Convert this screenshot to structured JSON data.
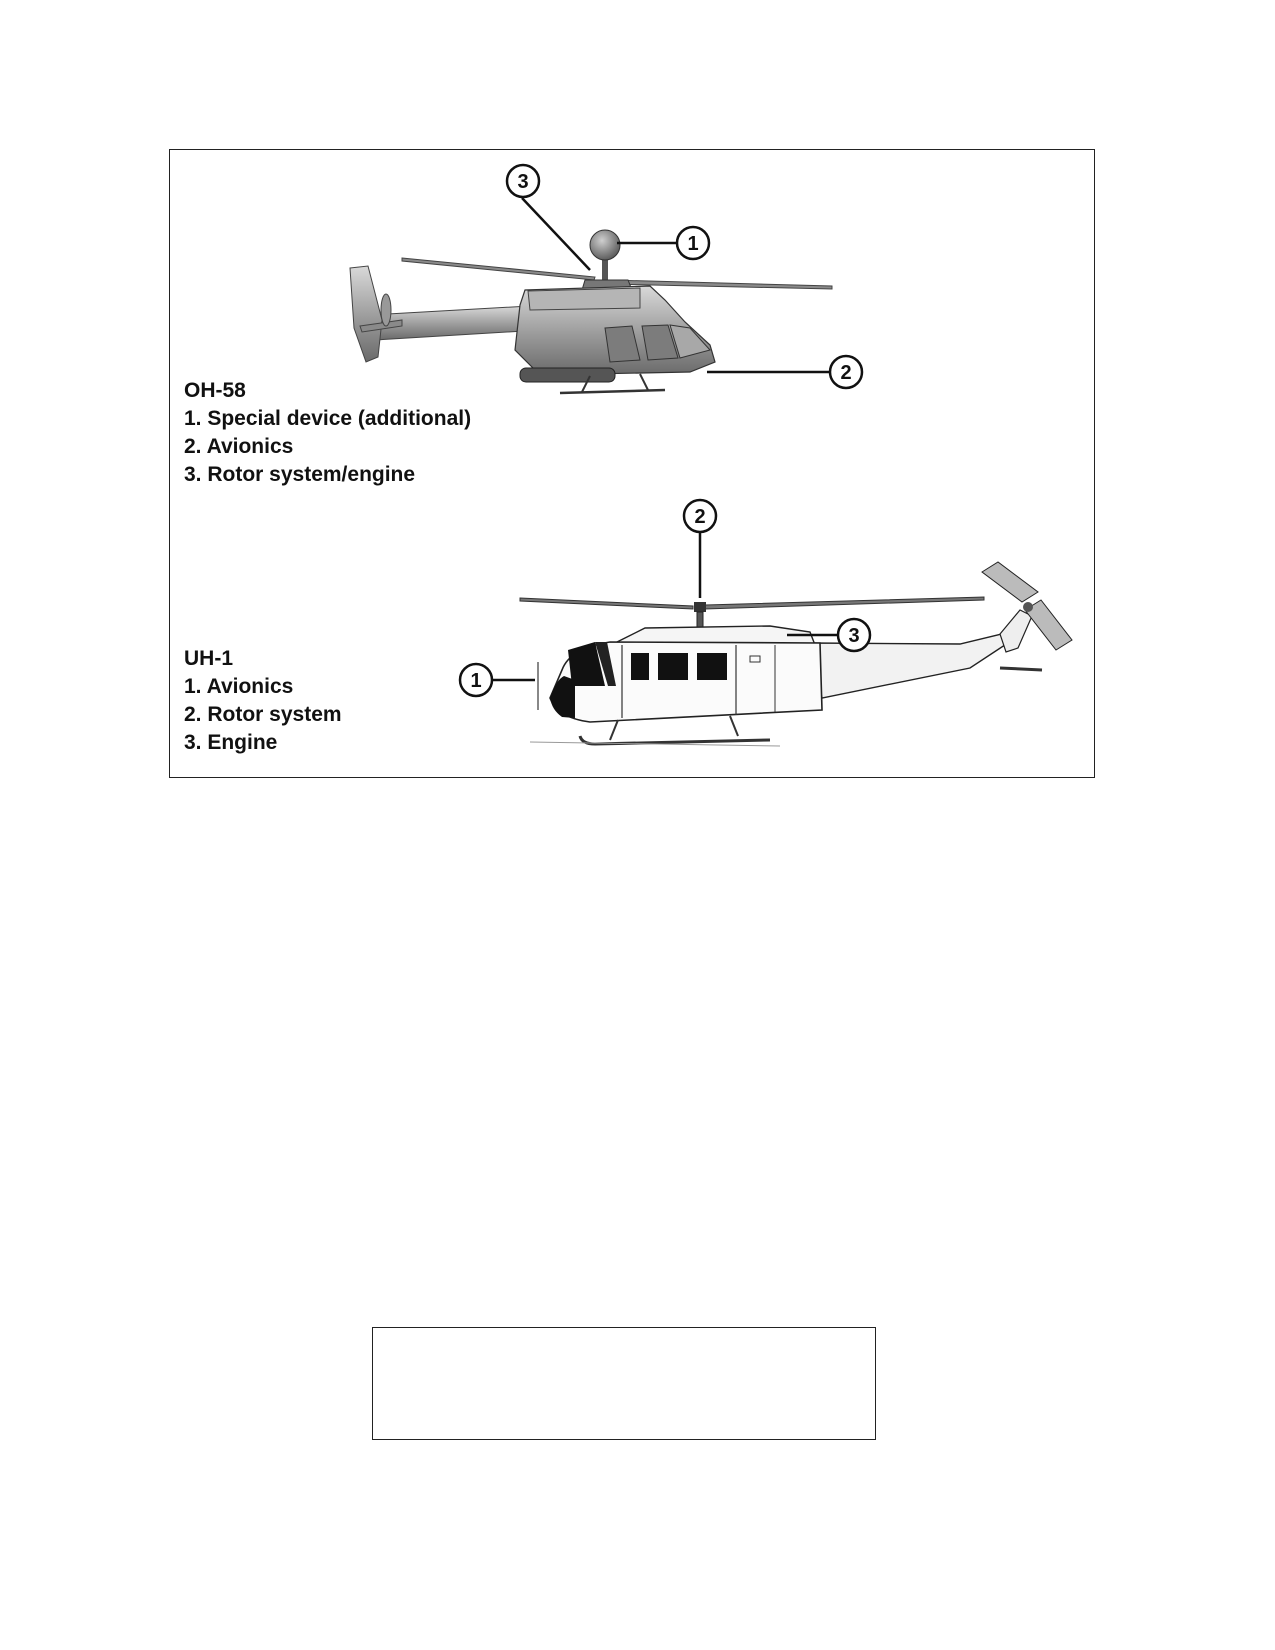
{
  "figure": {
    "oh58": {
      "title": "OH-58",
      "items": [
        "1. Special device (additional)",
        "2. Avionics",
        "3. Rotor system/engine"
      ],
      "callouts": [
        "1",
        "2",
        "3"
      ]
    },
    "uh1": {
      "title": "UH-1",
      "items": [
        "1. Avionics",
        "2. Rotor system",
        "3. Engine"
      ],
      "callouts": [
        "1",
        "2",
        "3"
      ]
    }
  },
  "caption_box": {
    "text": ""
  }
}
